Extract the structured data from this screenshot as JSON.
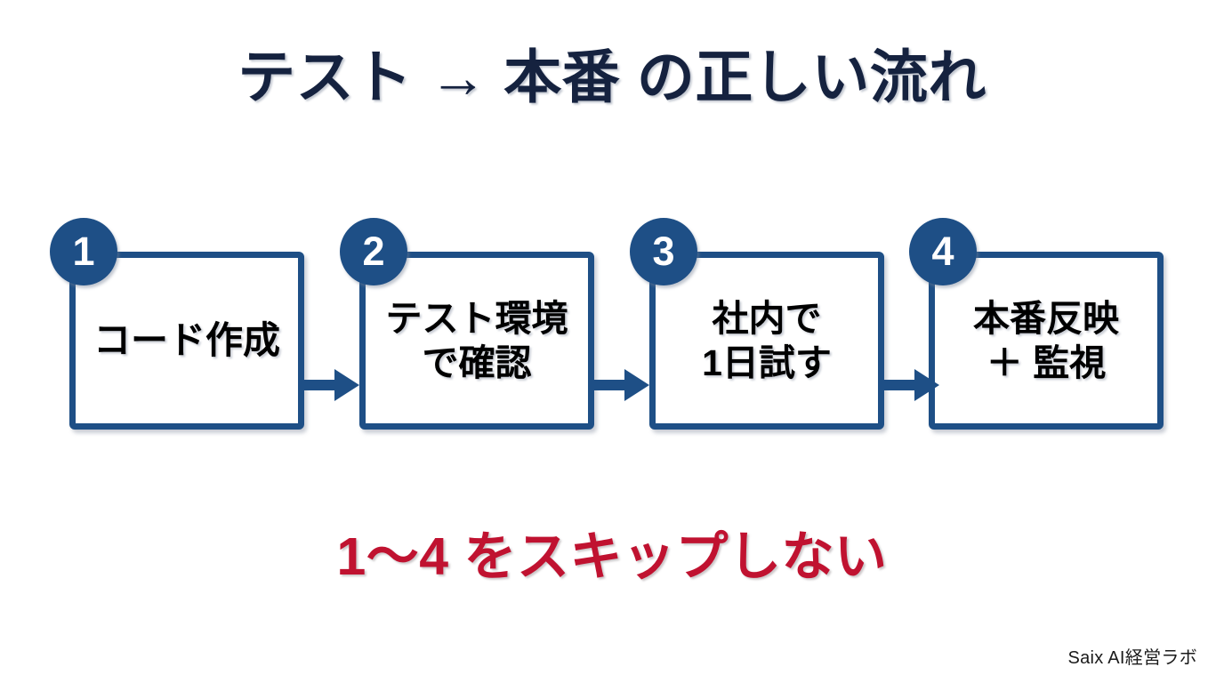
{
  "slide": {
    "background_color": "#ffffff",
    "title": "テスト → 本番 の正しい流れ",
    "title_color": "#15223f",
    "caption": "1〜4 をスキップしない",
    "caption_color": "#c01230",
    "footer": "Saix AI経営ラボ",
    "accent_color": "#1e4f86"
  },
  "flow": {
    "arrow_icon": "arrow-right-icon",
    "steps": [
      {
        "number": "1",
        "lines": [
          "コード作成"
        ],
        "label": "コード作成"
      },
      {
        "number": "2",
        "lines": [
          "テスト環境",
          "で確認"
        ],
        "label": "テスト環境で確認"
      },
      {
        "number": "3",
        "lines": [
          "社内で",
          "1日試す"
        ],
        "label": "社内で1日試す"
      },
      {
        "number": "4",
        "lines": [
          "本番反映",
          "＋ 監視"
        ],
        "label": "本番反映＋監視"
      }
    ]
  }
}
